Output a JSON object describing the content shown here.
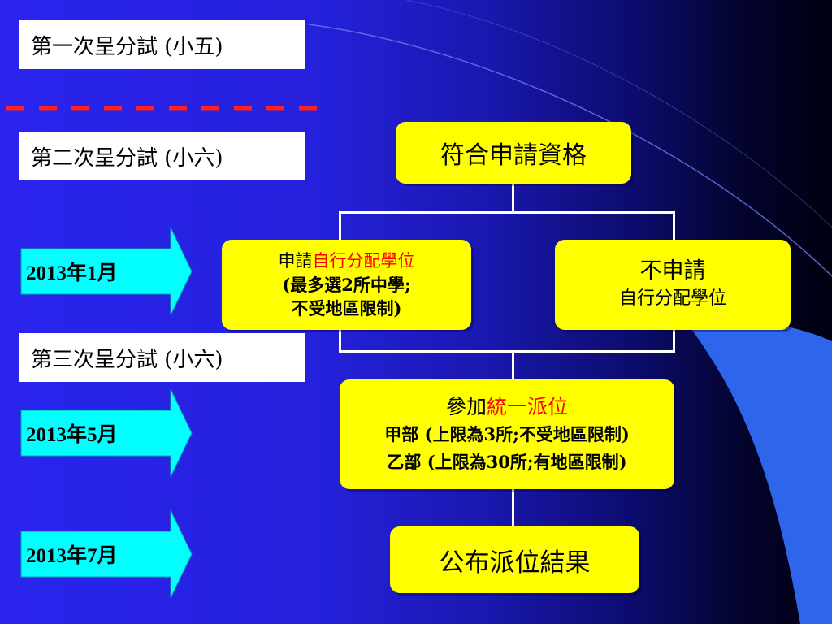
{
  "slide": {
    "background_colors": [
      "#2a24ee",
      "#000010"
    ],
    "accent_color": "#ffff00",
    "arrow_color": "#00ffff",
    "dash_color": "#ff2020"
  },
  "stage_labels": {
    "first": "第一次呈分試 (小五)",
    "second": "第二次呈分試 (小六)",
    "third": "第三次呈分試 (小六)"
  },
  "timeline": [
    {
      "label": "2013年1月"
    },
    {
      "label": "2013年5月"
    },
    {
      "label": "2013年7月"
    }
  ],
  "flow": {
    "eligible": "符合申請資格",
    "apply": {
      "prefix": "申請",
      "highlight": "自行分配學位",
      "line2": "(最多選2所中學;",
      "line3": "不受地區限制)"
    },
    "not_apply": {
      "line1": "不申請",
      "line2": "自行分配學位"
    },
    "central": {
      "prefix": "參加",
      "highlight": "統一派位",
      "line2": "甲部 (上限為3所;不受地區限制)",
      "line3": "乙部 (上限為30所;有地區限制)"
    },
    "result": "公布派位結果"
  }
}
